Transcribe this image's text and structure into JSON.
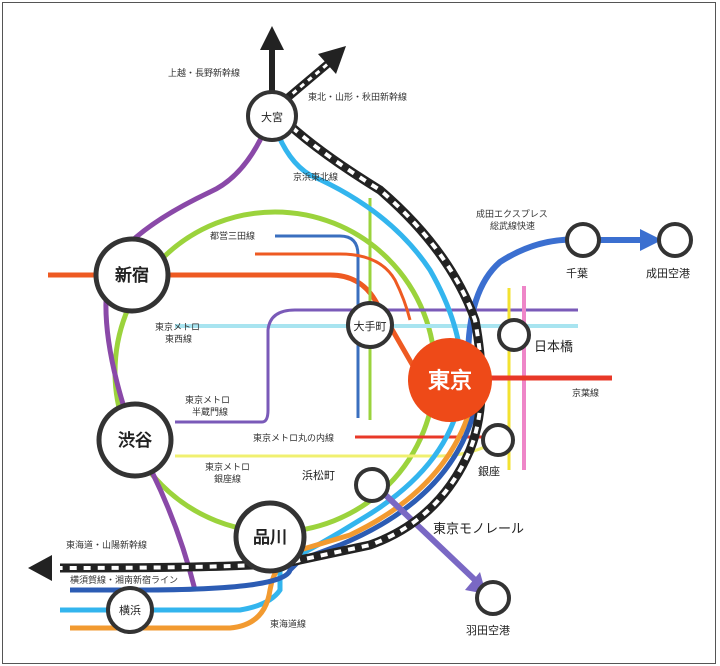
{
  "colors": {
    "yamanote": "#9bd33c",
    "keihin_tohoku": "#33b5ee",
    "shonan_shinjuku": "#8a49a8",
    "chuo": "#ee5a22",
    "sobu": "#f3e230",
    "keiyo": "#e83828",
    "ginza_pink": "#ee86c8",
    "tokaido": "#f29a30",
    "yokosuka": "#2c5cb4",
    "mita": "#3a6fbf",
    "tozai": "#a8e4f0",
    "hanzomon": "#7a5ab8",
    "asakusa": "#f0f070",
    "monorail": "#7a68c4",
    "narita_express": "#3b6fd0",
    "shinkansen": "#222222",
    "tokyo_station": "#ee4a18"
  },
  "stations": {
    "omiya": "大宮",
    "shinjuku": "新宿",
    "shibuya": "渋谷",
    "shinagawa": "品川",
    "tokyo": "東京",
    "otemachi": "大手町",
    "nihonbashi": "日本橋",
    "ginza": "銀座",
    "hamamatsucho": "浜松町",
    "yokohama": "横浜",
    "chiba": "千葉",
    "narita_airport": "成田空港",
    "haneda_airport": "羽田空港"
  },
  "lines": {
    "joetsu_nagano": "上越・長野新幹線",
    "tohoku_yamagata_akita": "東北・山形・秋田新幹線",
    "keihin_tohoku": "京浜東北線",
    "mita": "都営三田線",
    "metro_tozai": "東京メトロ\n東西線",
    "metro_hanzomon": "東京メトロ\n半蔵門線",
    "metro_marunouchi": "東京メトロ丸の内線",
    "metro_ginza": "東京メトロ\n銀座線",
    "narita_express": "成田エクスプレス\n総武線快速",
    "keiyo": "京葉線",
    "tokyo_monorail": "東京モノレール",
    "tokaido_sanyo": "東海道・山陽新幹線",
    "yokosuka_shonan": "横須賀線・湘南新宿ライン",
    "tokaido": "東海道線"
  }
}
